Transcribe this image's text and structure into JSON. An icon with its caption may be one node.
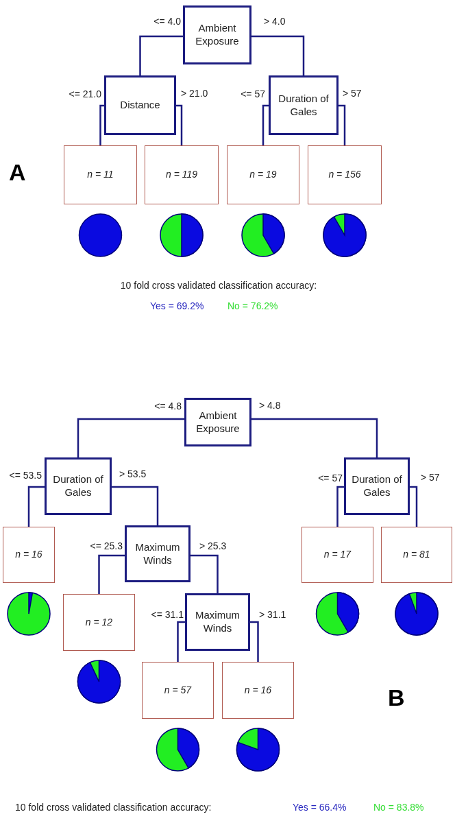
{
  "diagram": {
    "nodes": [
      {
        "text": [
          "Ambient Exposure"
        ]
      },
      {
        "text": [
          "Distance"
        ]
      },
      {
        "text": [
          "Duration of Gales"
        ]
      },
      {
        "text": [
          "n = 11"
        ]
      },
      {
        "text": [
          "n = 119"
        ]
      },
      {
        "text": [
          "n = 19"
        ]
      },
      {
        "text": [
          "n = 156"
        ]
      },
      {
        "text": [
          "Ambient Exposure"
        ]
      },
      {
        "text": [
          "Duration of Gales"
        ]
      },
      {
        "text": [
          "Duration of Gales"
        ]
      },
      {
        "text": [
          "n = 16"
        ]
      },
      {
        "text": [
          "Maximum Winds"
        ]
      },
      {
        "text": [
          "n = 12"
        ]
      },
      {
        "text": [
          "Maximum Winds"
        ]
      },
      {
        "text": [
          "n = 17"
        ]
      },
      {
        "text": [
          "n = 81"
        ]
      },
      {
        "text": [
          "n = 57"
        ]
      },
      {
        "text": [
          "n = 16"
        ]
      }
    ],
    "edges": [
      {
        "from": 0,
        "to": 1,
        "arrow": "none",
        "label": "<= 4.0"
      },
      {
        "from": 0,
        "to": 2,
        "arrow": "none",
        "label": "> 4.0"
      },
      {
        "from": 1,
        "to": 3,
        "arrow": "none",
        "label": "<= 21.0"
      },
      {
        "from": 1,
        "to": 4,
        "arrow": "none",
        "label": "> 21.0"
      },
      {
        "from": 2,
        "to": 5,
        "arrow": "none",
        "label": "<= 57"
      },
      {
        "from": 2,
        "to": 6,
        "arrow": "none",
        "label": "> 57"
      },
      {
        "from": 7,
        "to": 8,
        "arrow": "none",
        "label": "<= 4.8"
      },
      {
        "from": 7,
        "to": 9,
        "arrow": "none",
        "label": "> 4.8"
      },
      {
        "from": 8,
        "to": 10,
        "arrow": "none",
        "label": "<= 53.5"
      },
      {
        "from": 8,
        "to": 11,
        "arrow": "none",
        "label": "> 53.5"
      },
      {
        "from": 11,
        "to": 12,
        "arrow": "none",
        "label": "<= 25.3"
      },
      {
        "from": 11,
        "to": 13,
        "arrow": "none",
        "label": "> 25.3"
      },
      {
        "from": 13,
        "to": 16,
        "arrow": "none",
        "label": "<= 31.1"
      },
      {
        "from": 13,
        "to": 17,
        "arrow": "none",
        "label": "> 31.1"
      },
      {
        "from": 9,
        "to": 14,
        "arrow": "none",
        "label": "<= 57"
      },
      {
        "from": 9,
        "to": 15,
        "arrow": "none",
        "label": "> 57"
      }
    ],
    "labels": [
      "A",
      "10 fold cross validated classification accuracy:",
      "Yes = 69.2%",
      "No = 76.2%",
      "B",
      "10 fold cross validated classification accuracy:",
      "Yes = 66.4%",
      "No = 83.8%"
    ]
  }
}
